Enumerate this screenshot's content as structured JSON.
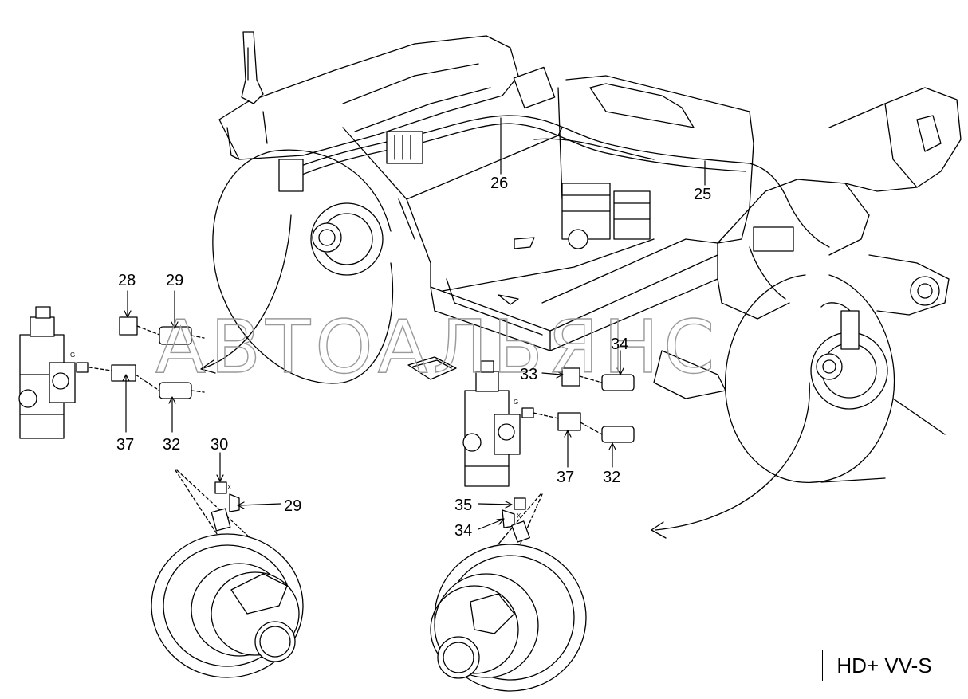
{
  "watermark": "АВТОАЛЬЯНС",
  "badge": "HD+ VV-S",
  "callouts": {
    "c26": "26",
    "c25": "25",
    "c28": "28",
    "c29a": "29",
    "c37a": "37",
    "c32a": "32",
    "c30": "30",
    "c29b": "29",
    "c34a": "34",
    "c33": "33",
    "c37b": "37",
    "c32b": "32",
    "c35": "35",
    "c34b": "34"
  },
  "port_marks": {
    "g_left": "G",
    "g_right": "G",
    "x_left": "X",
    "x_right": "X"
  }
}
